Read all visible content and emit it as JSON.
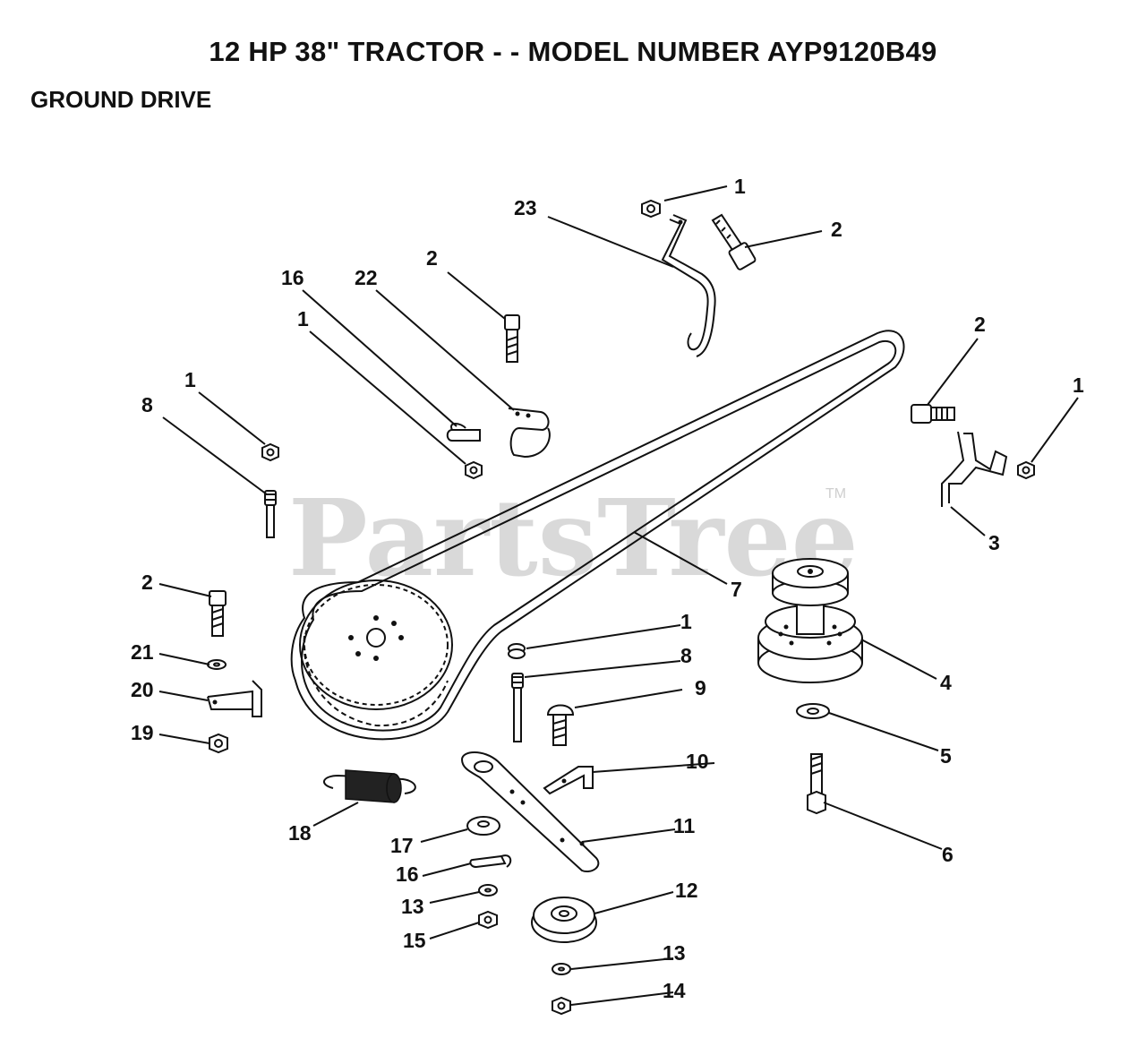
{
  "header": {
    "title": "12 HP 38\" TRACTOR - - MODEL NUMBER AYP9120B49",
    "subtitle": "GROUND DRIVE"
  },
  "watermark": {
    "text": "PartsTree",
    "tm": "TM"
  },
  "callouts": {
    "c_1a": "1",
    "c_2a": "2",
    "c_23": "23",
    "c_2b": "2",
    "c_16a": "16",
    "c_22": "22",
    "c_1b": "1",
    "c_1c": "1",
    "c_8a": "8",
    "c_2c": "2",
    "c_1d": "1",
    "c_3": "3",
    "c_7": "7",
    "c_2d": "2",
    "c_21": "21",
    "c_20": "20",
    "c_19": "19",
    "c_1e": "1",
    "c_8b": "8",
    "c_9": "9",
    "c_4": "4",
    "c_5": "5",
    "c_10": "10",
    "c_6": "6",
    "c_18": "18",
    "c_11": "11",
    "c_17": "17",
    "c_16b": "16",
    "c_13a": "13",
    "c_12": "12",
    "c_15": "15",
    "c_13b": "13",
    "c_14": "14"
  }
}
